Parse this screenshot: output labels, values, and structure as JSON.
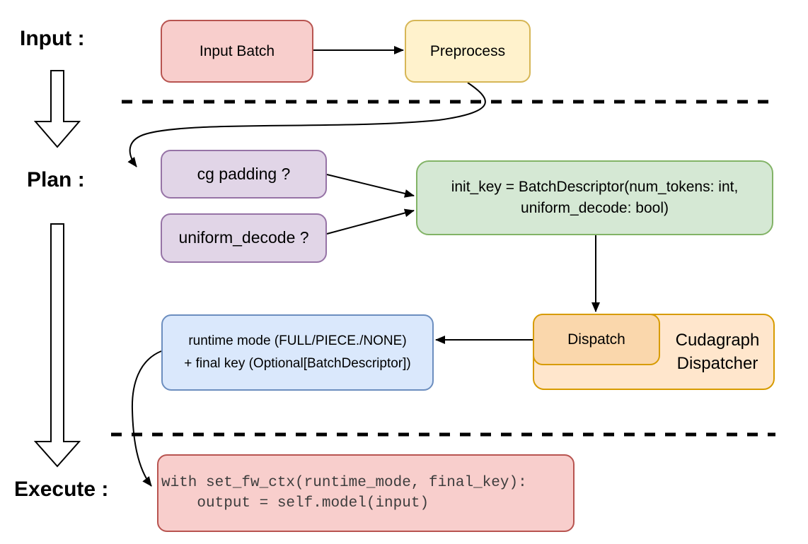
{
  "stage_labels": {
    "input": "Input :",
    "plan": "Plan :",
    "execute": "Execute :"
  },
  "nodes": {
    "input_batch": "Input Batch",
    "preprocess": "Preprocess",
    "cg_padding": "cg padding ?",
    "uniform_decode": "uniform_decode ?",
    "init_key_line1": "init_key = BatchDescriptor(num_tokens: int,",
    "init_key_line2": "uniform_decode: bool)",
    "runtime_mode_line1": "runtime mode (FULL/PIECE./NONE)",
    "runtime_mode_line2": "+ final key (Optional[BatchDescriptor])",
    "dispatch": "Dispatch",
    "cudagraph_dispatcher": "Cudagraph Dispatcher",
    "execute_code_line1": "with set_fw_ctx(runtime_mode, final_key):",
    "execute_code_line2": "    output = self.model(input)"
  },
  "colors": {
    "input_batch_fill": "#f8cecc",
    "input_batch_border": "#b85450",
    "preprocess_fill": "#fff2cc",
    "preprocess_border": "#d6b656",
    "plan_question_fill": "#e1d5e7",
    "plan_question_border": "#9673a6",
    "init_key_fill": "#d5e8d4",
    "init_key_border": "#82b366",
    "runtime_mode_fill": "#dae8fc",
    "runtime_mode_border": "#6c8ebf",
    "dispatcher_outer_fill": "#ffe6cc",
    "dispatcher_border": "#d79b00",
    "dispatch_inner_fill": "#fad7ac",
    "execute_code_fill": "#f8cecc",
    "execute_code_border": "#b85450",
    "execute_code_text": "#3d3d3d",
    "connector": "#000000"
  }
}
